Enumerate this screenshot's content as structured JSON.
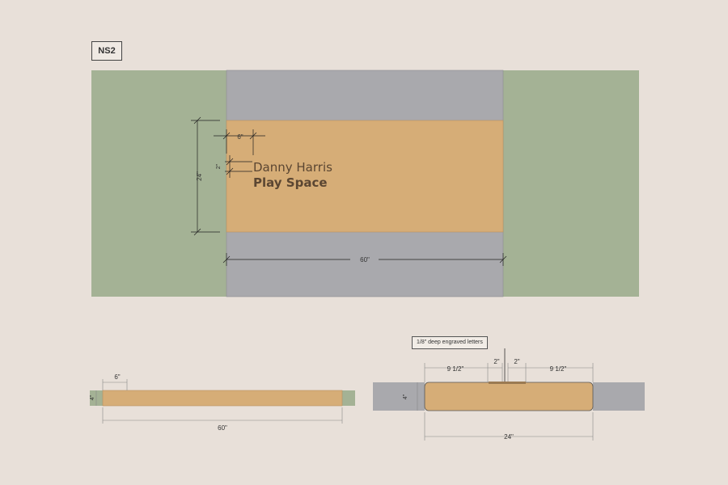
{
  "plan": {
    "tag": "NS2",
    "sign_line1": "Danny Harris",
    "sign_line2": "Play Space",
    "dim_letter_offset": "6\"",
    "dim_line_gap": "2\"",
    "dim_height": "24\"",
    "dim_width": "60\""
  },
  "elevation": {
    "dim_inset": "6\"",
    "dim_thickness": "4\"",
    "dim_length": "60\""
  },
  "section": {
    "callout": "1/8\" deep engraved letters",
    "dim_left": "9 1/2\"",
    "dim_gap1": "2\"",
    "dim_gap2": "2\"",
    "dim_right": "9 1/2\"",
    "dim_thickness": "4\"",
    "dim_total": "24\""
  },
  "colors": {
    "background": "#e8e0d9",
    "grass": "#a4b295",
    "concrete": "#a9a9ad",
    "wood": "#d6ad77"
  }
}
